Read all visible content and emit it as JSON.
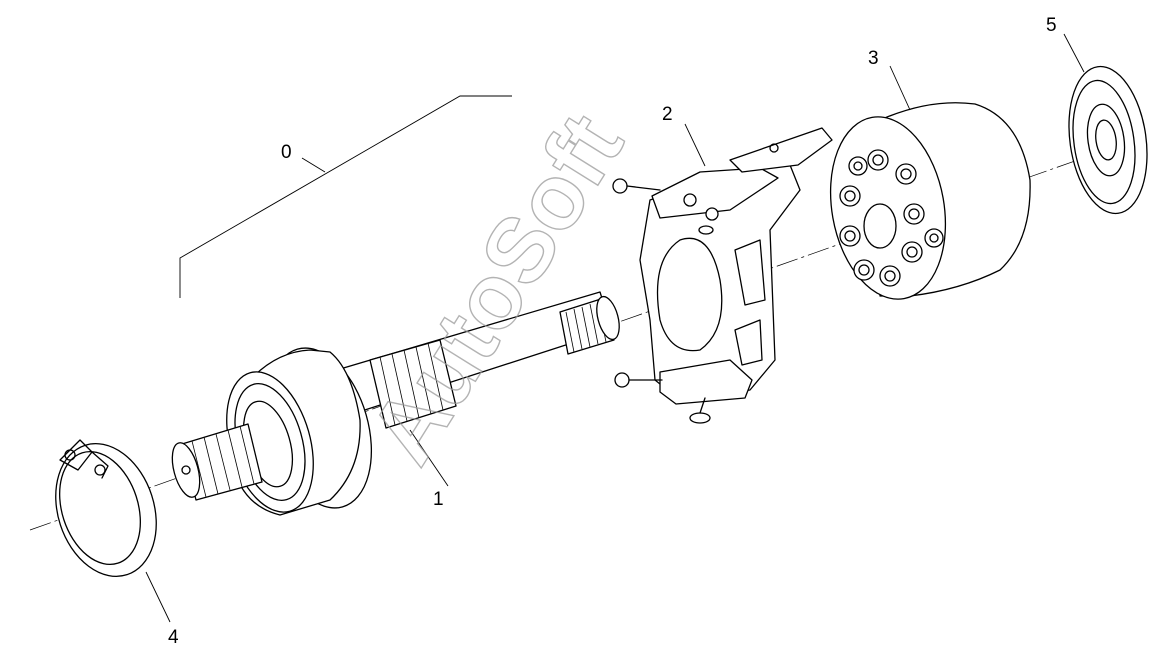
{
  "callouts": [
    {
      "id": "assembly",
      "label": "0"
    },
    {
      "id": "shaft",
      "label": "1"
    },
    {
      "id": "swashplate",
      "label": "2"
    },
    {
      "id": "cylinder-block",
      "label": "3"
    },
    {
      "id": "snap-ring",
      "label": "4"
    },
    {
      "id": "bearing",
      "label": "5"
    }
  ],
  "watermark": {
    "text": "AutoSoft"
  }
}
